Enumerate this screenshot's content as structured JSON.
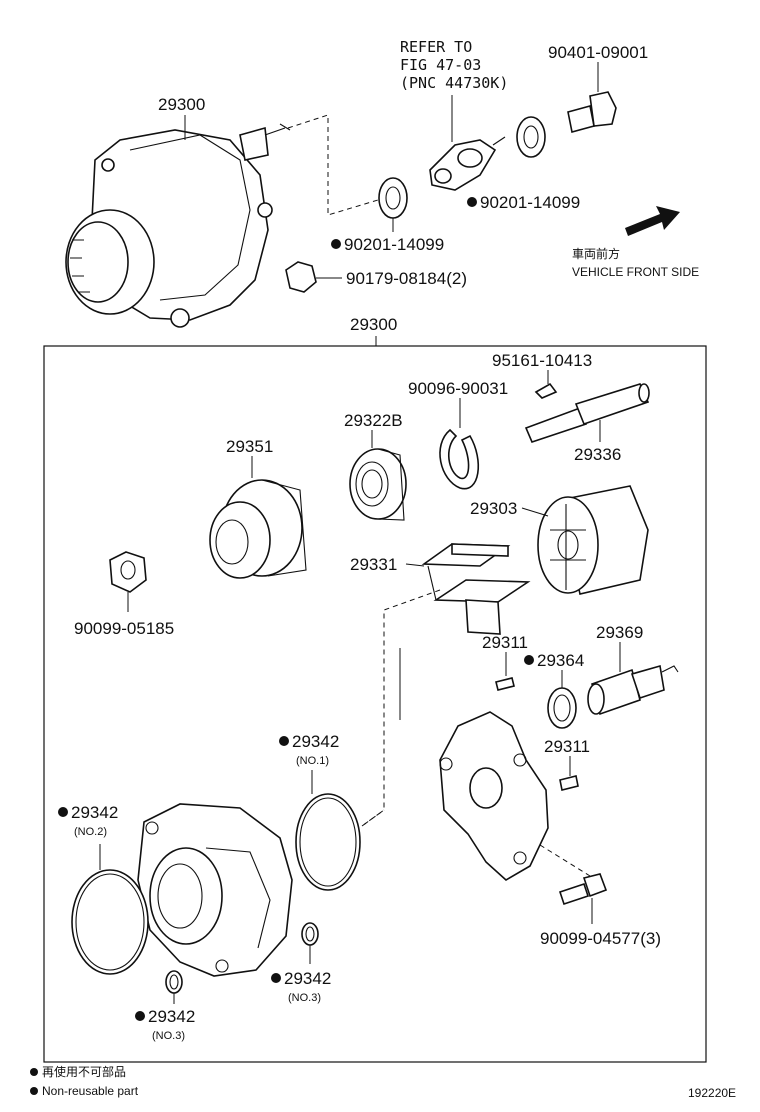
{
  "refer_note": {
    "line1": "REFER TO",
    "line2": "FIG 47-03",
    "line3": "(PNC 44730K)"
  },
  "direction": {
    "jp": "車両前方",
    "en": "VEHICLE FRONT SIDE"
  },
  "labels": {
    "p29300_top": "29300",
    "p90401": "90401-09001",
    "p90201_a": "90201-14099",
    "p90201_b": "90201-14099",
    "p90179": "90179-08184(2)",
    "p29300_box": "29300",
    "p95161": "95161-10413",
    "p90096": "90096-90031",
    "p29322b": "29322B",
    "p29336": "29336",
    "p29351": "29351",
    "p29303": "29303",
    "p29331": "29331",
    "p90099_05185": "90099-05185",
    "p29311_a": "29311",
    "p29369": "29369",
    "p29364": "29364",
    "p29311_b": "29311",
    "p29342_no1": "29342",
    "p29342_no2": "29342",
    "p29342_no3a": "29342",
    "p29342_no3b": "29342",
    "p90099_04577": "90099-04577(3)"
  },
  "sublabels": {
    "no1": "(NO.1)",
    "no2": "(NO.2)",
    "no3a": "(NO.3)",
    "no3b": "(NO.3)"
  },
  "legend": {
    "jp": "再使用不可部品",
    "en": "Non-reusable part"
  },
  "figure_code": "192220E"
}
